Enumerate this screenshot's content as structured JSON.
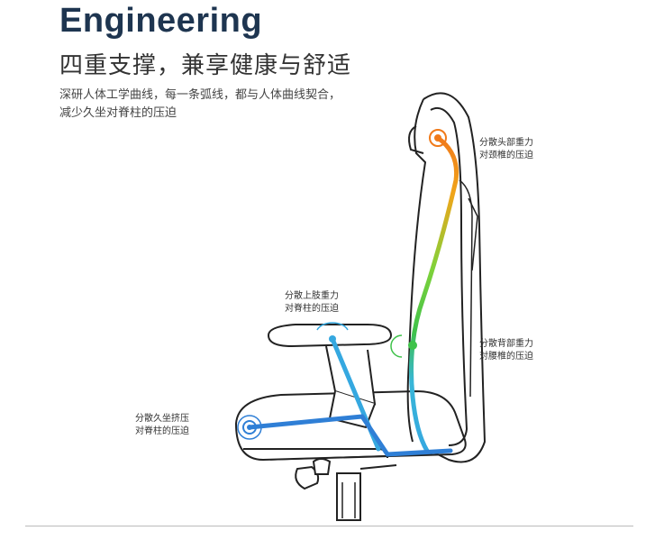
{
  "header": {
    "title": "Engineering",
    "subtitle": "四重支撑，兼享健康与舒适",
    "description_line1": "深研人体工学曲线，每一条弧线，都与人体曲线契合，",
    "description_line2": "减少久坐对脊柱的压迫"
  },
  "annotations": {
    "head": {
      "line1": "分散头部重力",
      "line2": "对颈椎的压迫",
      "color": "#f07a1a"
    },
    "arm": {
      "line1": "分散上肢重力",
      "line2": "对脊柱的压迫",
      "color": "#35a8e0"
    },
    "back": {
      "line1": "分散背部重力",
      "line2": "对腰椎的压迫",
      "color": "#3fc24a"
    },
    "seat": {
      "line1": "分散久坐挤压",
      "line2": "对脊柱的压迫",
      "color": "#2f7fd6"
    }
  }
}
